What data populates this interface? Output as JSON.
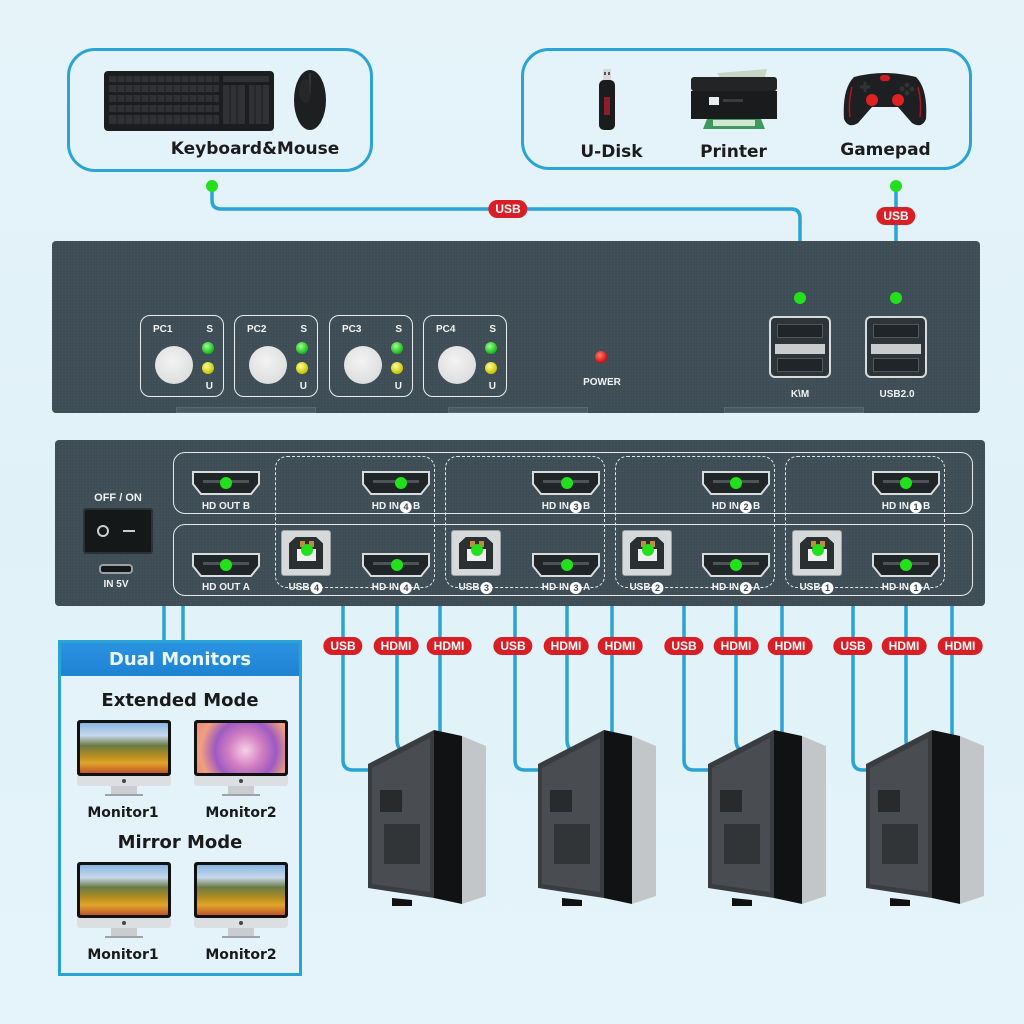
{
  "peripherals": {
    "left_group": {
      "items": [
        {
          "icon": "keyboard-icon",
          "label": ""
        },
        {
          "icon": "mouse-icon",
          "label": ""
        }
      ],
      "label": "Keyboard&Mouse"
    },
    "right_group": {
      "items": [
        {
          "icon": "usb-drive-icon",
          "label": "U-Disk"
        },
        {
          "icon": "printer-icon",
          "label": "Printer"
        },
        {
          "icon": "gamepad-icon",
          "label": "Gamepad"
        }
      ]
    }
  },
  "cable_labels": {
    "keyboard_link": "USB",
    "usb_hub_link": "USB",
    "pc_groups": [
      [
        "USB",
        "HDMI",
        "HDMI"
      ],
      [
        "USB",
        "HDMI",
        "HDMI"
      ],
      [
        "USB",
        "HDMI",
        "HDMI"
      ],
      [
        "USB",
        "HDMI",
        "HDMI"
      ]
    ]
  },
  "front_panel": {
    "pc_buttons": [
      {
        "name": "PC1",
        "s": "S",
        "u": "U"
      },
      {
        "name": "PC2",
        "s": "S",
        "u": "U"
      },
      {
        "name": "PC3",
        "s": "S",
        "u": "U"
      },
      {
        "name": "PC4",
        "s": "S",
        "u": "U"
      }
    ],
    "power_label": "POWER",
    "km_port_label": "K\\M",
    "usb_port_label": "USB2.0"
  },
  "rear_panel": {
    "switch_label": "OFF / ON",
    "power_in_label": "IN 5V",
    "out_b": "HD OUT B",
    "out_a": "HD OUT A",
    "inputs": [
      {
        "num": "4",
        "b": "HD IN",
        "b_suffix": "B",
        "a": "HD IN",
        "a_suffix": "A",
        "usb": "USB"
      },
      {
        "num": "3",
        "b": "HD IN",
        "b_suffix": "B",
        "a": "HD IN",
        "a_suffix": "A",
        "usb": "USB"
      },
      {
        "num": "2",
        "b": "HD IN",
        "b_suffix": "B",
        "a": "HD IN",
        "a_suffix": "A",
        "usb": "USB"
      },
      {
        "num": "1",
        "b": "HD IN",
        "b_suffix": "B",
        "a": "HD IN",
        "a_suffix": "A",
        "usb": "USB"
      }
    ]
  },
  "dual_monitors": {
    "title": "Dual Monitors",
    "extended": {
      "title": "Extended Mode",
      "monitors": [
        "Monitor1",
        "Monitor2"
      ]
    },
    "mirror": {
      "title": "Mirror Mode",
      "monitors": [
        "Monitor1",
        "Monitor2"
      ]
    }
  },
  "colors": {
    "cable": "#2aa3d6",
    "connector_dot": "#22e01c",
    "label_pill": "#d91f26",
    "device_panel": "#3e4c55",
    "accent_header": "#1f82d3"
  }
}
